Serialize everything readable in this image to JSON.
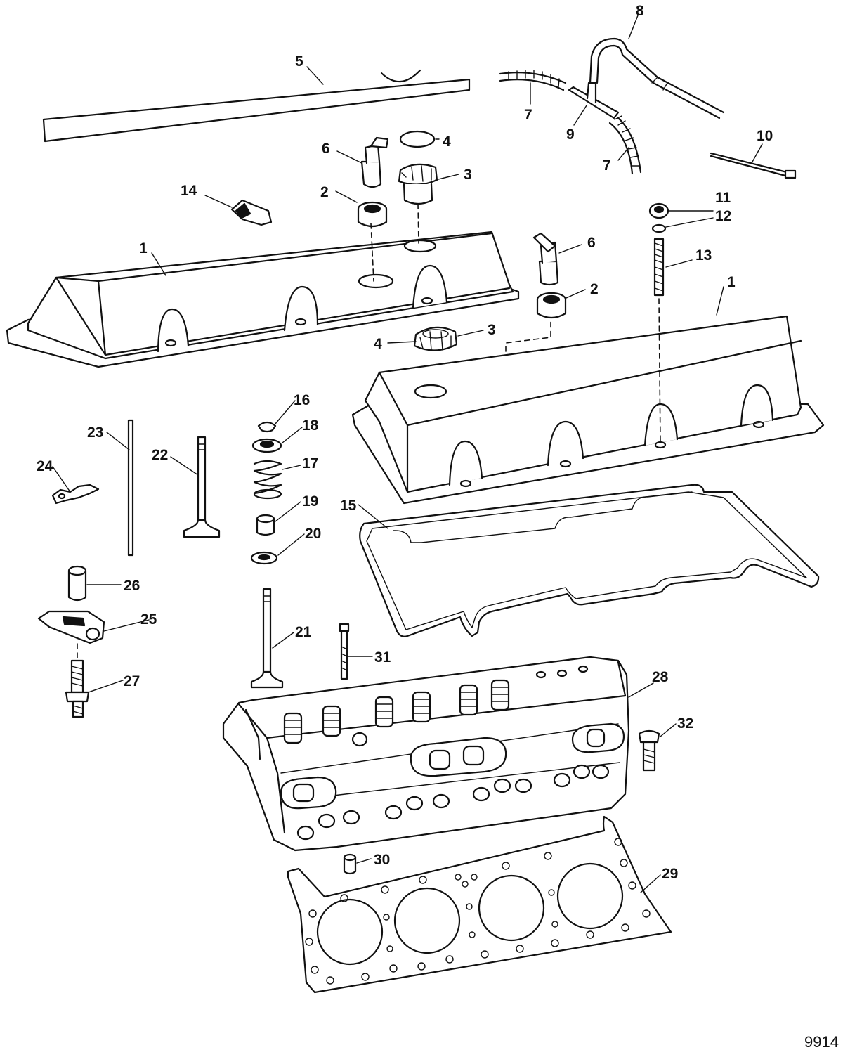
{
  "figure_number": "9914",
  "labels": {
    "p1a": "1",
    "p1b": "1",
    "p2a": "2",
    "p2b": "2",
    "p3a": "3",
    "p3b": "3",
    "p4a": "4",
    "p4b": "4",
    "p5": "5",
    "p6a": "6",
    "p6b": "6",
    "p7a": "7",
    "p7b": "7",
    "p8": "8",
    "p9": "9",
    "p10": "10",
    "p11": "11",
    "p12": "12",
    "p13": "13",
    "p14": "14",
    "p15": "15",
    "p16": "16",
    "p17": "17",
    "p18": "18",
    "p19": "19",
    "p20": "20",
    "p21": "21",
    "p22": "22",
    "p23": "23",
    "p24": "24",
    "p25": "25",
    "p26": "26",
    "p27": "27",
    "p28": "28",
    "p29": "29",
    "p30": "30",
    "p31": "31",
    "p32": "32"
  }
}
